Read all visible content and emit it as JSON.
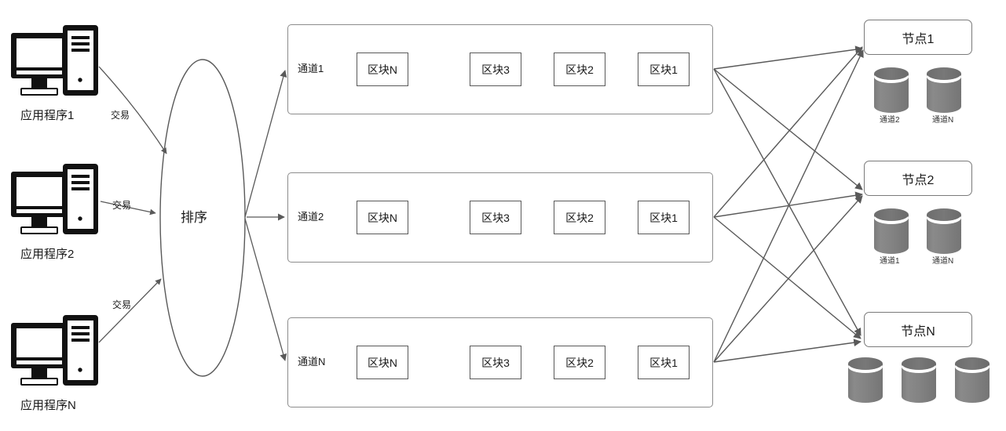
{
  "diagram": {
    "title_text": "",
    "colors": {
      "line": "#595959",
      "box_border": "#8c8c8c",
      "node_border": "#7a7a7a",
      "cylinder_body": "#808080",
      "cylinder_top": "#6e6e6e",
      "text": "#1a1a1a",
      "background": "#ffffff"
    },
    "applications": [
      {
        "label": "应用程序1",
        "edge_label": "交易",
        "icon": "desktop-computer-icon"
      },
      {
        "label": "应用程序2",
        "edge_label": "交易",
        "icon": "desktop-computer-icon"
      },
      {
        "label": "应用程序N",
        "edge_label": "交易",
        "icon": "desktop-computer-icon"
      }
    ],
    "orderer": {
      "label": "排序",
      "shape": "ellipse"
    },
    "channels": [
      {
        "label": "通道1",
        "blocks": [
          "区块N",
          "区块3",
          "区块2",
          "区块1"
        ],
        "connector_styles": [
          "dotted",
          "solid",
          "solid"
        ]
      },
      {
        "label": "通道2",
        "blocks": [
          "区块N",
          "区块3",
          "区块2",
          "区块1"
        ],
        "connector_styles": [
          "dotted",
          "solid",
          "solid"
        ]
      },
      {
        "label": "通道N",
        "blocks": [
          "区块N",
          "区块3",
          "区块2",
          "区块1"
        ],
        "connector_styles": [
          "dotted",
          "solid",
          "solid"
        ]
      }
    ],
    "nodes": [
      {
        "label": "节点1",
        "ledgers": [
          "通道2",
          "通道N"
        ]
      },
      {
        "label": "节点2",
        "ledgers": [
          "通道1",
          "通道N"
        ]
      },
      {
        "label": "节点N",
        "ledgers": [
          "",
          "",
          ""
        ]
      }
    ]
  }
}
